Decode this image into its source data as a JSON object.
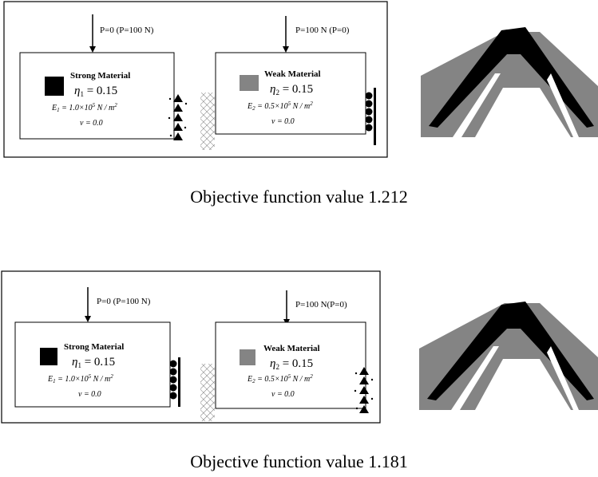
{
  "panels": [
    {
      "left_load": "P=0 (P=100 N)",
      "right_load": "P=100 N (P=0)",
      "strong": {
        "title": "Strong Material",
        "eta_sym": "η",
        "eta_sub": "1",
        "eta_val": " = 0.15",
        "e_sym": "E",
        "e_sub": "1",
        "e_mid": " = 1.0×10",
        "e_exp": "5",
        "e_unit": " N / m",
        "e_unit_exp": "2",
        "nu": "ν = 0.0"
      },
      "weak": {
        "title": "Weak Material",
        "eta_sym": "η",
        "eta_sub": "2",
        "eta_val": " = 0.15",
        "e_sym": "E",
        "e_sub": "2",
        "e_mid": " = 0.5×10",
        "e_exp": "5",
        "e_unit": " N / m",
        "e_unit_exp": "2",
        "nu": "ν = 0.0"
      },
      "caption": "Objective function value 1.212",
      "colors": {
        "strong": "#000000",
        "weak": "#848484",
        "frame": "#000000"
      }
    },
    {
      "left_load": "P=0 (P=100 N)",
      "right_load": "P=100 N(P=0)",
      "strong": {
        "title": "Strong Material",
        "eta_sym": "η",
        "eta_sub": "1",
        "eta_val": " = 0.15",
        "e_sym": "E",
        "e_sub": "1",
        "e_mid": " = 1.0×10",
        "e_exp": "5",
        "e_unit": " N / m",
        "e_unit_exp": "2",
        "nu": "ν = 0.0"
      },
      "weak": {
        "title": "Weak Material",
        "eta_sym": "η",
        "eta_sub": "2",
        "eta_val": " = 0.15",
        "e_sym": "E",
        "e_sub": "2",
        "e_mid": " = 0.5×10",
        "e_exp": "5",
        "e_unit": " N / m",
        "e_unit_exp": "2",
        "nu": "ν = 0.0"
      },
      "caption": "Objective function value 1.181",
      "colors": {
        "strong": "#000000",
        "weak": "#848484",
        "frame": "#000000"
      }
    }
  ]
}
